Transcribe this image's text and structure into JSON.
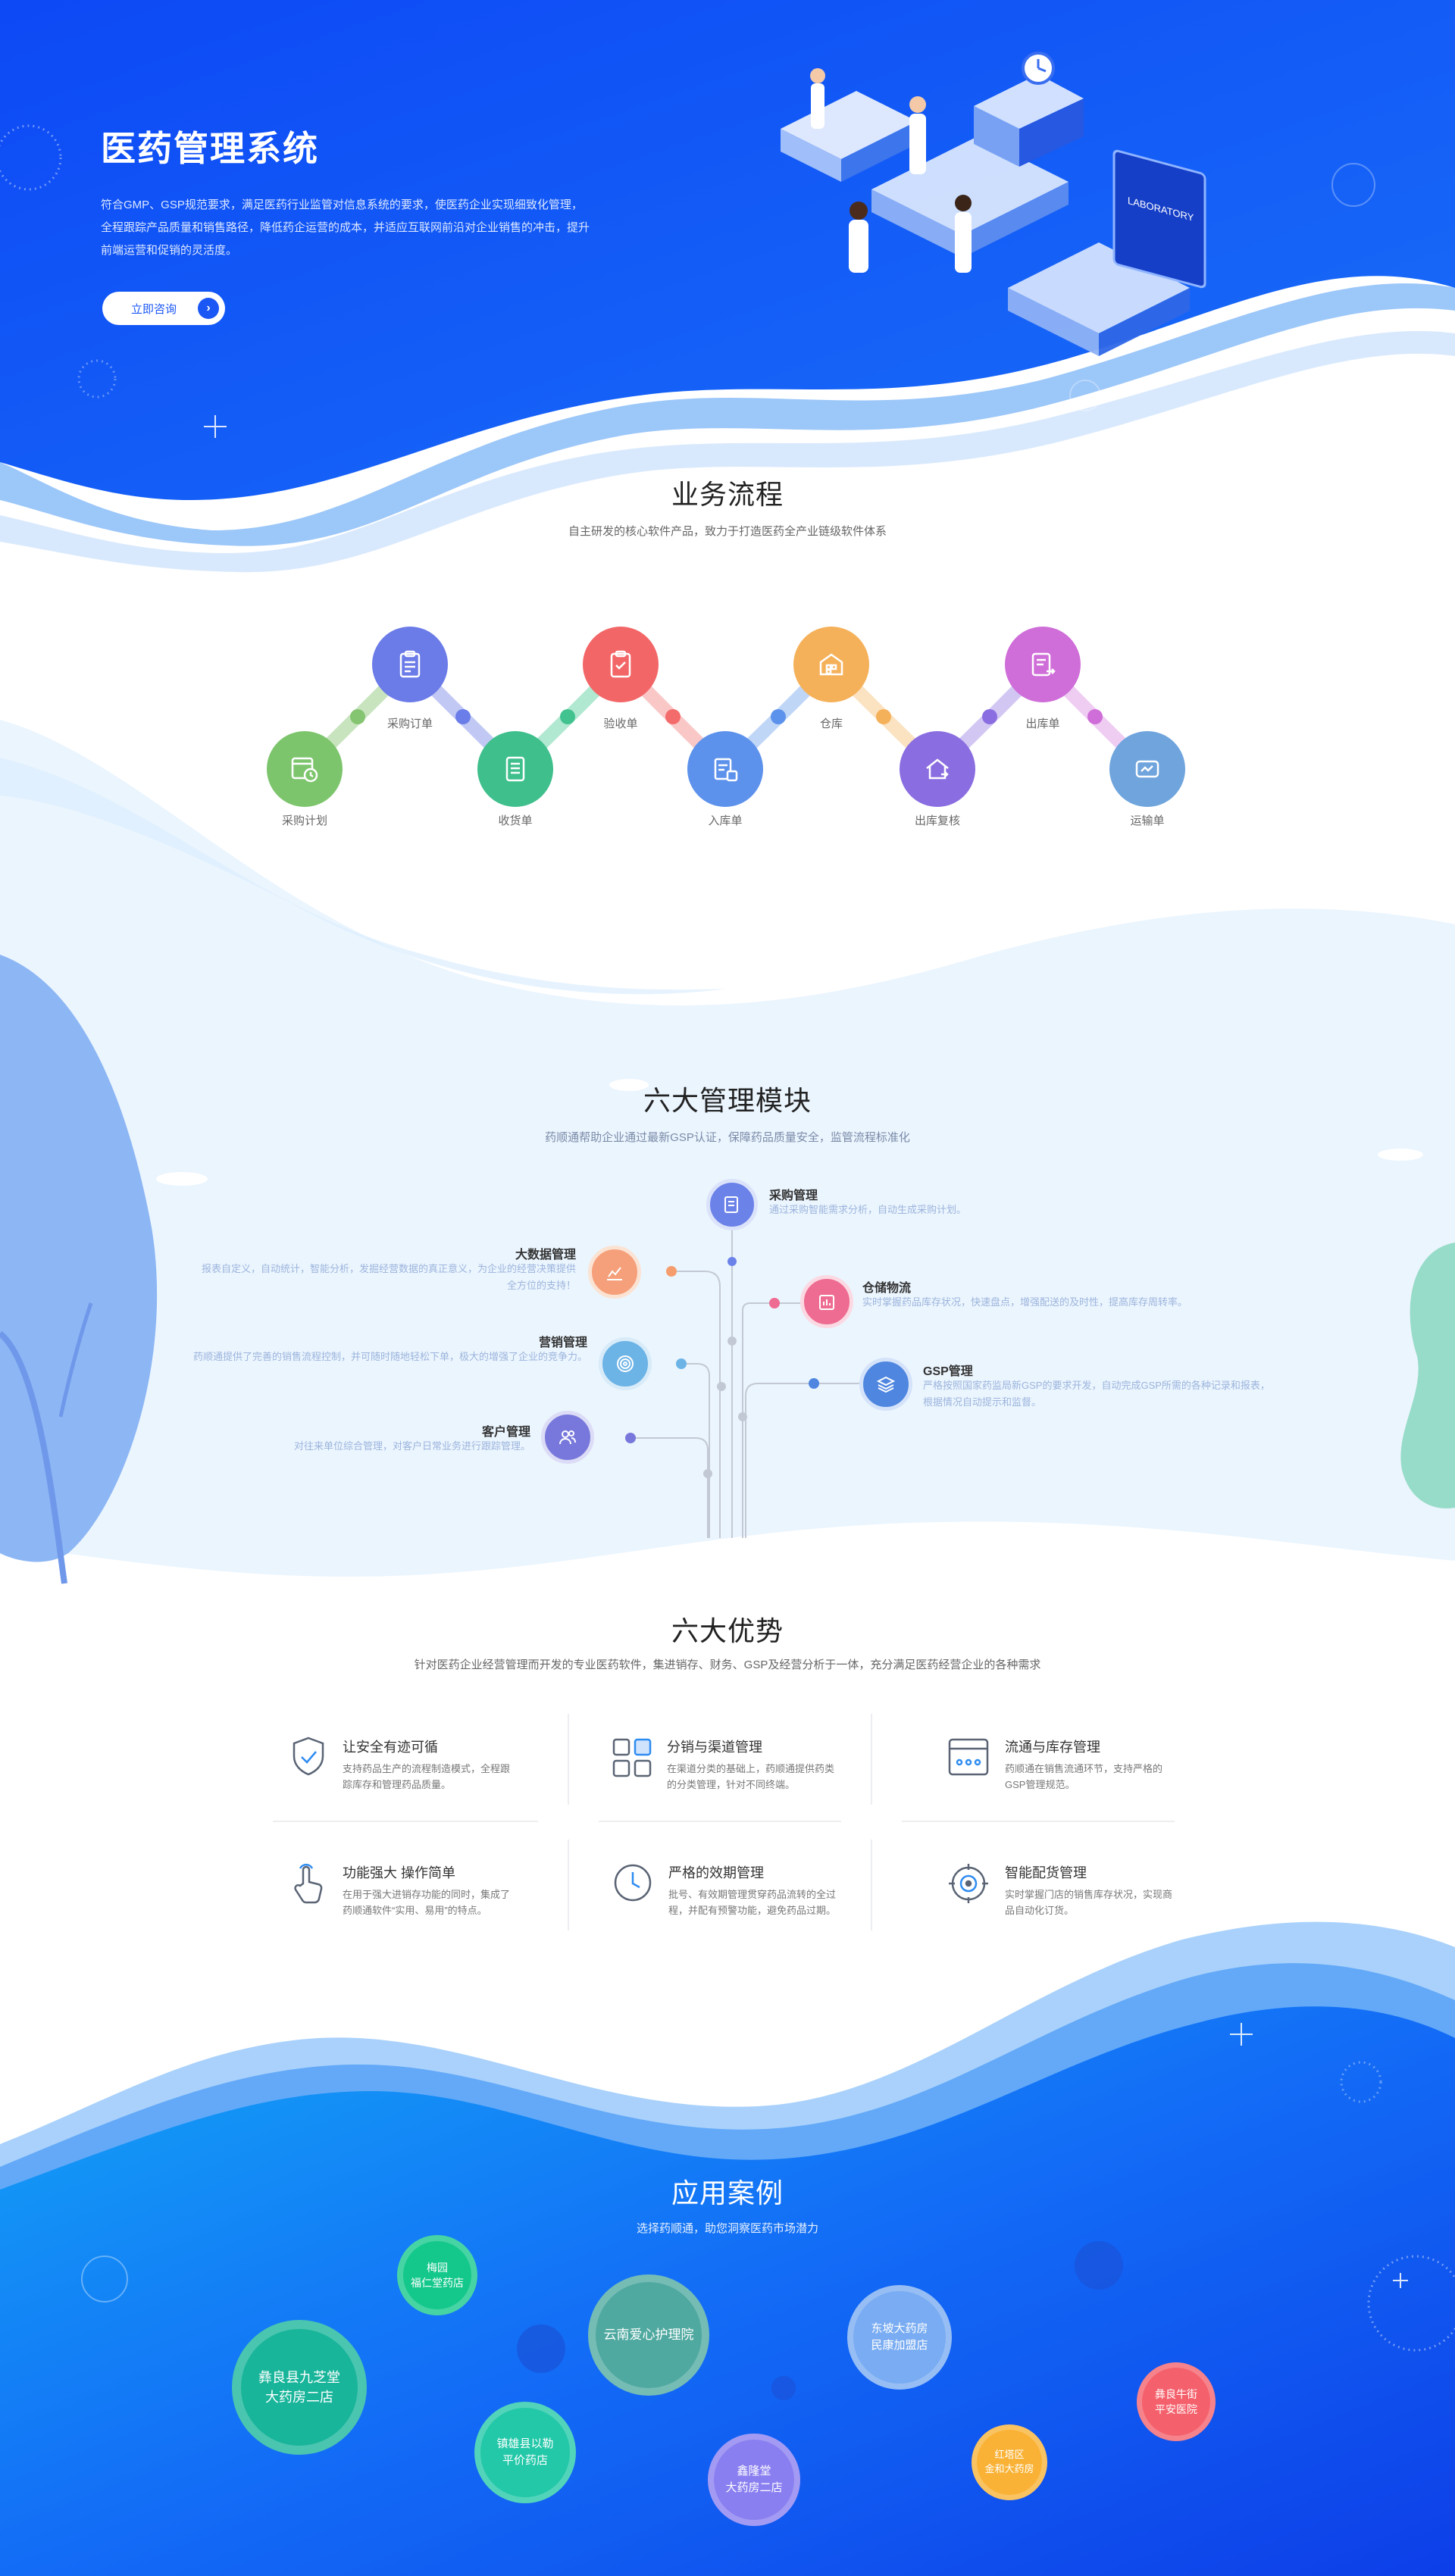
{
  "hero": {
    "title": "医药管理系统",
    "description": "符合GMP、GSP规范要求，满足医药行业监管对信息系统的要求，使医药企业实现细致化管理，全程跟踪产品质量和销售路径，降低药企运营的成本，并适应互联网前沿对企业销售的冲击，提升前端运营和促销的灵活度。",
    "button_label": "立即咨询",
    "illustration_sign": "LABORATORY"
  },
  "process": {
    "title": "业务流程",
    "subtitle": "自主研发的核心软件产品，致力于打造医药全产业链级软件体系",
    "steps": [
      {
        "label": "采购计划",
        "icon": "calendar-clock-icon",
        "color": "#7dc56d"
      },
      {
        "label": "采购订单",
        "icon": "clipboard-icon",
        "color": "#6b7be8"
      },
      {
        "label": "收货单",
        "icon": "receipt-icon",
        "color": "#3fbf8c"
      },
      {
        "label": "验收单",
        "icon": "clipboard-check-icon",
        "color": "#f36667"
      },
      {
        "label": "入库单",
        "icon": "warehouse-in-icon",
        "color": "#5d92ec"
      },
      {
        "label": "仓库",
        "icon": "warehouse-icon",
        "color": "#f5b15a"
      },
      {
        "label": "出库复核",
        "icon": "home-out-icon",
        "color": "#8a6de0"
      },
      {
        "label": "出库单",
        "icon": "document-out-icon",
        "color": "#cf6ed8"
      },
      {
        "label": "运输单",
        "icon": "truck-icon",
        "color": "#6fa4dd"
      }
    ]
  },
  "modules": {
    "title": "六大管理模块",
    "subtitle": "药顺通帮助企业通过最新GSP认证，保障药品质量安全，监管流程标准化",
    "items": [
      {
        "name": "采购管理",
        "desc": "通过采购智能需求分析，自动生成采购计划。",
        "icon": "document-icon",
        "color": "#6b82e8"
      },
      {
        "name": "大数据管理",
        "desc": "报表自定义，自动统计，智能分析，发掘经营数据的真正意义，为企业的经营决策提供全方位的支持！",
        "icon": "chart-icon",
        "color": "#f5a07a"
      },
      {
        "name": "仓储物流",
        "desc": "实时掌握药品库存状况，快速盘点，增强配送的及时性，提高库存周转率。",
        "icon": "chart-box-icon",
        "color": "#ee6b91"
      },
      {
        "name": "营销管理",
        "desc": "药顺通提供了完善的销售流程控制，并可随时随地轻松下单，极大的增强了企业的竞争力。",
        "icon": "target-icon",
        "color": "#6cb3e6"
      },
      {
        "name": "GSP管理",
        "desc": "严格按照国家药监局新GSP的要求开发，自动完成GSP所需的各种记录和报表，根据情况自动提示和监督。",
        "icon": "layers-icon",
        "color": "#4e86e0"
      },
      {
        "name": "客户管理",
        "desc": "对往来单位综合管理，对客户日常业务进行跟踪管理。",
        "icon": "users-icon",
        "color": "#7878dc"
      }
    ]
  },
  "advantages": {
    "title": "六大优势",
    "subtitle": "针对医药企业经营管理而开发的专业医药软件，集进销存、财务、GSP及经营分析于一体，充分满足医药经营企业的各种需求",
    "items": [
      {
        "title": "让安全有迹可循",
        "desc": "支持药品生产的流程制造模式，全程跟踪库存和管理药品质量。",
        "icon": "shield-check-icon"
      },
      {
        "title": "分销与渠道管理",
        "desc": "在渠道分类的基础上，药顺通提供药类的分类管理，针对不同终端。",
        "icon": "grid-icon"
      },
      {
        "title": "流通与库存管理",
        "desc": "药顺通在销售流通环节，支持严格的GSP管理规范。",
        "icon": "window-icon"
      },
      {
        "title": "功能强大 操作简单",
        "desc": "在用于强大进销存功能的同时，集成了药顺通软件“实用、易用”的特点。",
        "icon": "pointer-hand-icon"
      },
      {
        "title": "严格的效期管理",
        "desc": "批号、有效期管理贯穿药品流转的全过程，并配有预警功能，避免药品过期。",
        "icon": "clock-icon"
      },
      {
        "title": "智能配货管理",
        "desc": "实时掌握门店的销售库存状况，实现商品自动化订货。",
        "icon": "target-gear-icon"
      }
    ]
  },
  "cases": {
    "title": "应用案例",
    "subtitle": "选择药顺通，助您洞察医药市场潜力",
    "items": [
      {
        "name": "梅园\n福仁堂药店",
        "color": "#14c88c"
      },
      {
        "name": "云南爱心护理院",
        "color": "#4fa9a0"
      },
      {
        "name": "东坡大药房\n民康加盟店",
        "color": "#79acf2"
      },
      {
        "name": "彝良县九芝堂\n大药房二店",
        "color": "#18b59a"
      },
      {
        "name": "镇雄县以勒\n平价药店",
        "color": "#22c8a8"
      },
      {
        "name": "鑫隆堂\n大药房二店",
        "color": "#8a7ff0"
      },
      {
        "name": "红塔区\n金和大药房",
        "color": "#f9b236"
      },
      {
        "name": "彝良牛街\n平安医院",
        "color": "#f4616c"
      }
    ]
  }
}
